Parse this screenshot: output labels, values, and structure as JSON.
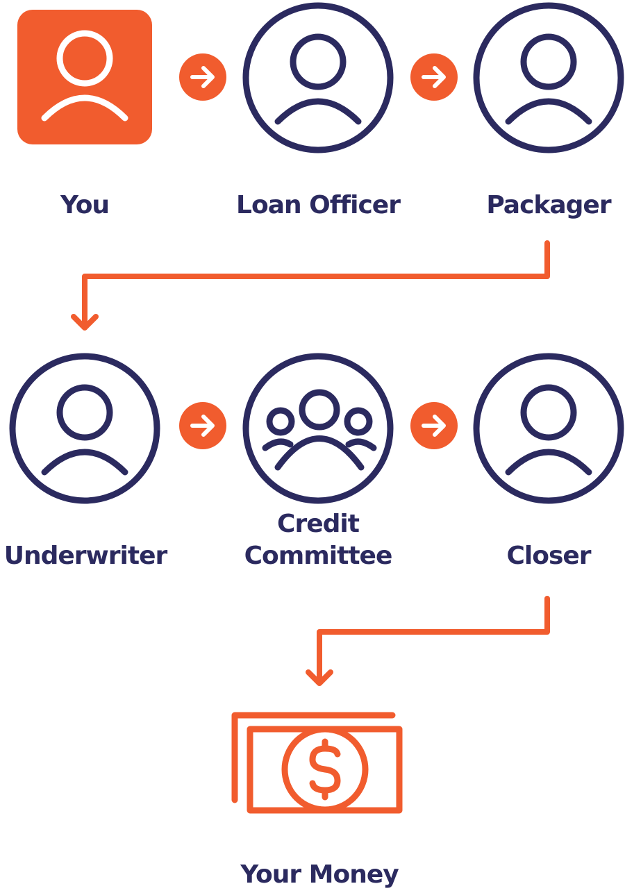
{
  "colors": {
    "navy": "#2B2A5F",
    "orange": "#F15C2E",
    "white": "#FFFFFF"
  },
  "steps": {
    "you": "You",
    "loan_officer": "Loan Officer",
    "packager": "Packager",
    "underwriter": "Underwriter",
    "credit_committee_line1": "Credit",
    "credit_committee_line2": "Committee",
    "closer": "Closer",
    "your_money": "Your Money"
  },
  "icons": {
    "you": "person-icon",
    "loan_officer": "person-circle-icon",
    "packager": "person-circle-icon",
    "underwriter": "person-circle-icon",
    "credit_committee": "group-circle-icon",
    "closer": "person-circle-icon",
    "your_money": "money-bill-icon",
    "step_arrow": "arrow-right-circle-icon",
    "connector": "down-arrow-connector"
  }
}
